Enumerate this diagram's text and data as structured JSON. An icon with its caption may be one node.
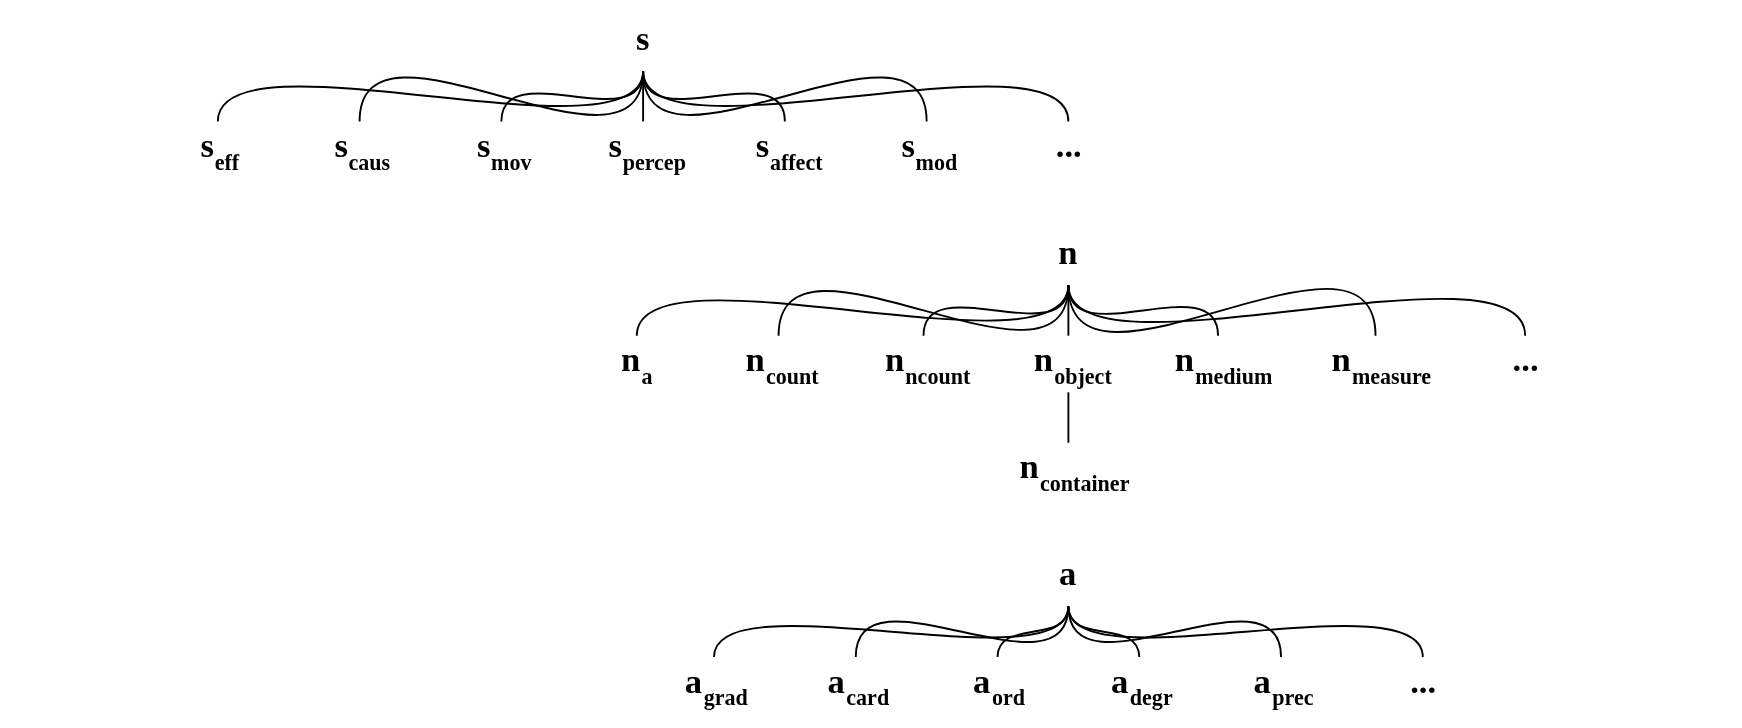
{
  "diagram": {
    "nodes": [
      {
        "text": [
          "s"
        ]
      },
      {
        "text": [
          "s$_{eff}$"
        ]
      },
      {
        "text": [
          "s$_{caus}$"
        ]
      },
      {
        "text": [
          "s$_{mov}$"
        ]
      },
      {
        "text": [
          "s$_{percep}$"
        ]
      },
      {
        "text": [
          "s$_{affect}$"
        ]
      },
      {
        "text": [
          "s$_{mod}$"
        ]
      },
      {
        "text": [
          "..."
        ]
      },
      {
        "text": [
          "n"
        ]
      },
      {
        "text": [
          "n$_{a}$"
        ]
      },
      {
        "text": [
          "n$_{count}$"
        ]
      },
      {
        "text": [
          "n$_{ncount}$"
        ]
      },
      {
        "text": [
          "n$_{object}$"
        ]
      },
      {
        "text": [
          "n$_{medium}$"
        ]
      },
      {
        "text": [
          "n$_{measure}$"
        ]
      },
      {
        "text": [
          "..."
        ]
      },
      {
        "text": [
          "n$_{container}$"
        ]
      },
      {
        "text": [
          "a"
        ]
      },
      {
        "text": [
          "a$_{grad}$"
        ]
      },
      {
        "text": [
          "a$_{card}$"
        ]
      },
      {
        "text": [
          "a$_{ord}$"
        ]
      },
      {
        "text": [
          "a$_{degr}$"
        ]
      },
      {
        "text": [
          "a$_{prec}$"
        ]
      },
      {
        "text": [
          "..."
        ]
      }
    ],
    "edges": [
      {
        "from": 0,
        "to": 1,
        "arrow": "none"
      },
      {
        "from": 0,
        "to": 2,
        "arrow": "none"
      },
      {
        "from": 0,
        "to": 3,
        "arrow": "none"
      },
      {
        "from": 0,
        "to": 4,
        "arrow": "none"
      },
      {
        "from": 0,
        "to": 5,
        "arrow": "none"
      },
      {
        "from": 0,
        "to": 6,
        "arrow": "none"
      },
      {
        "from": 0,
        "to": 7,
        "arrow": "none"
      },
      {
        "from": 8,
        "to": 9,
        "arrow": "none"
      },
      {
        "from": 8,
        "to": 10,
        "arrow": "none"
      },
      {
        "from": 8,
        "to": 11,
        "arrow": "none"
      },
      {
        "from": 8,
        "to": 12,
        "arrow": "none"
      },
      {
        "from": 8,
        "to": 13,
        "arrow": "none"
      },
      {
        "from": 8,
        "to": 14,
        "arrow": "none"
      },
      {
        "from": 8,
        "to": 15,
        "arrow": "none"
      },
      {
        "from": 12,
        "to": 16,
        "arrow": "none"
      },
      {
        "from": 17,
        "to": 18,
        "arrow": "none"
      },
      {
        "from": 17,
        "to": 19,
        "arrow": "none"
      },
      {
        "from": 17,
        "to": 20,
        "arrow": "none"
      },
      {
        "from": 17,
        "to": 21,
        "arrow": "none"
      },
      {
        "from": 17,
        "to": 22,
        "arrow": "none"
      },
      {
        "from": 17,
        "to": 23,
        "arrow": "none"
      }
    ]
  }
}
